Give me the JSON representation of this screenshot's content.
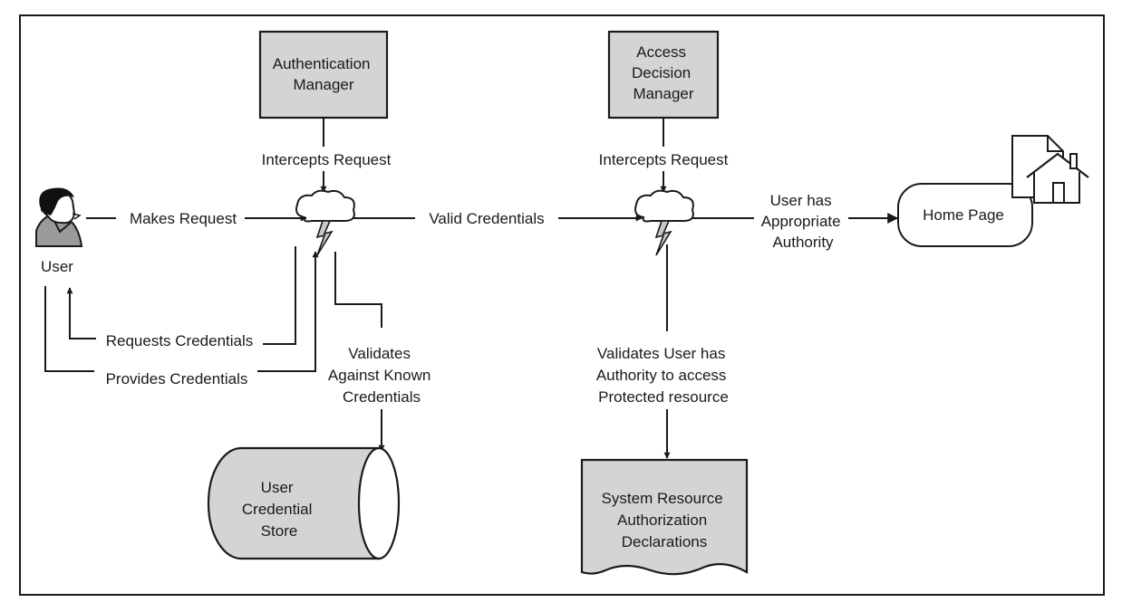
{
  "nodes": {
    "user": {
      "label": "User"
    },
    "authentication_manager": {
      "lines": [
        "Authentication",
        "Manager"
      ]
    },
    "access_decision_manager": {
      "lines": [
        "Access",
        "Decision",
        "Manager"
      ]
    },
    "home_page": {
      "label": "Home Page"
    },
    "user_credential_store": {
      "lines": [
        "User",
        "Credential",
        "Store"
      ]
    },
    "system_resource_declarations": {
      "lines": [
        "System Resource",
        "Authorization",
        "Declarations"
      ]
    }
  },
  "edges": {
    "makes_request": "Makes Request",
    "intercepts_request_auth": "Intercepts Request",
    "intercepts_request_access": "Intercepts Request",
    "valid_credentials": "Valid Credentials",
    "user_has_authority": [
      "User has",
      "Appropriate",
      "Authority"
    ],
    "requests_credentials": "Requests Credentials",
    "provides_credentials": "Provides Credentials",
    "validates_known_credentials": [
      "Validates",
      "Against Known",
      "Credentials"
    ],
    "validates_user_authority": [
      "Validates User has",
      "Authority to access",
      "Protected resource"
    ]
  }
}
